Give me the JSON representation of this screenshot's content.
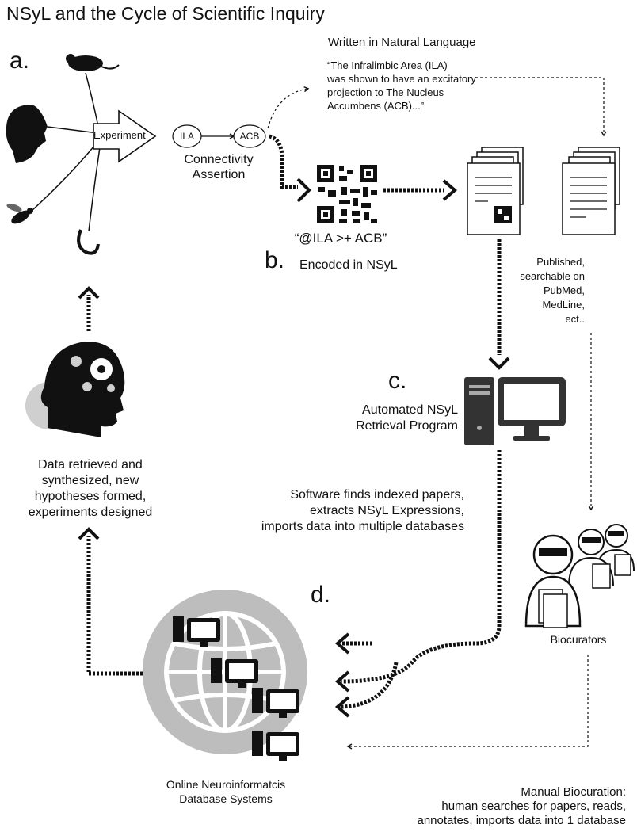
{
  "title": "NSyL and the Cycle of Scientific Inquiry",
  "labels": {
    "a": "a.",
    "b": "b.",
    "c": "c.",
    "d": "d."
  },
  "experiment": "Experiment",
  "nodes": {
    "ila": "ILA",
    "acb": "ACB"
  },
  "connectivity": {
    "line1": "Connectivity",
    "line2": "Assertion"
  },
  "natural_language": {
    "heading": "Written in Natural Language",
    "lines": [
      "“The Infralimbic Area (ILA)",
      "was shown to have an excitatory",
      "projection to The Nucleus",
      "Accumbens (ACB)...”"
    ]
  },
  "nsyl_expression": "“@ILA >+ ACB”",
  "encoded": "Encoded in NSyL",
  "published": [
    "Published,",
    "searchable on",
    "PubMed,",
    "MedLine,",
    "ect.."
  ],
  "retrieval": [
    "Automated NSyL",
    "Retrieval Program"
  ],
  "software": [
    "Software finds indexed papers,",
    "extracts NSyL Expressions,",
    "imports data into multiple databases"
  ],
  "synthesis": [
    "Data retrieved and",
    "synthesized, new",
    "hypotheses formed,",
    "experiments designed"
  ],
  "biocurators": "Biocurators",
  "databases": [
    "Online Neuroinformatcis",
    "Database Systems"
  ],
  "manual": [
    "Manual Biocuration:",
    "human searches for papers, reads,",
    "annotates, imports data into 1 database"
  ],
  "icons": [
    "rat-icon",
    "human-head-icon",
    "fly-icon",
    "worm-icon",
    "qr-code-icon",
    "document-stack-icon",
    "computer-icon",
    "brain-gears-icon",
    "globe-icon",
    "biocurator-icon"
  ],
  "colors": {
    "ink": "#111111",
    "globe": "#bdbdbd",
    "gear": "#cfcfcf",
    "screen": "#333333"
  }
}
